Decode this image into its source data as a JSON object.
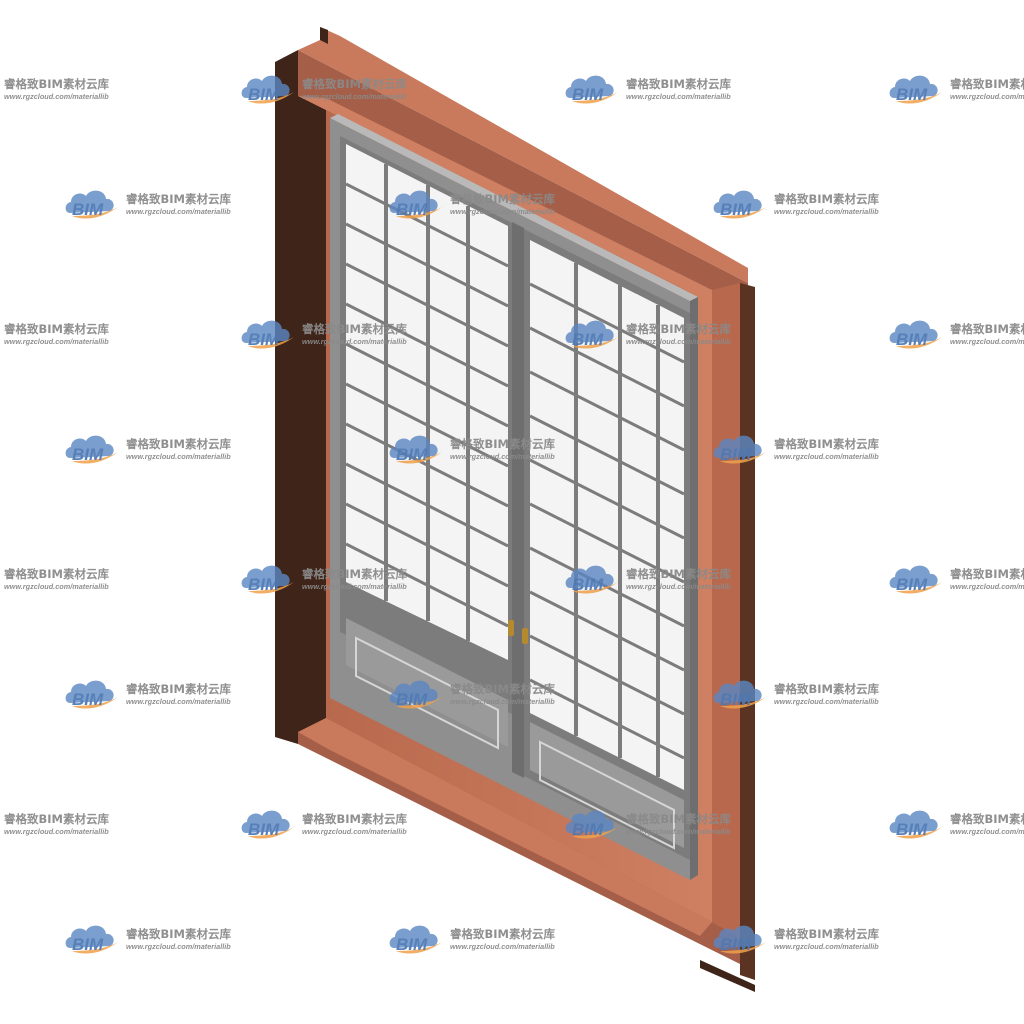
{
  "colors": {
    "background": "#ffffff",
    "frame_outer_dark": "#3e2419",
    "frame_face": "#a55f48",
    "frame_reveal": "#c97a5c",
    "frame_edge_light": "#d38a6a",
    "sash_gray": "#8f8f8f",
    "sash_gray_dark": "#6e6e6e",
    "sash_gray_light": "#b9b9b9",
    "glass_bg": "#f4f4f4",
    "muntin": "#7c7c7c",
    "handle_gold": "#b58a2e",
    "watermark_cloud": "#5b86c2",
    "watermark_swoosh": "#f0a14a",
    "watermark_text": "#8a8a8a"
  },
  "window": {
    "type": "double sliding window with grilles",
    "left_sash": {
      "grid_columns": 4,
      "grid_rows": 11,
      "bottom_panels": 1
    },
    "right_sash": {
      "grid_columns": 4,
      "grid_rows": 11,
      "bottom_panels": 1
    },
    "icons": [
      "window-frame-icon",
      "sliding-sash-icon",
      "handle-icon"
    ]
  },
  "watermark": {
    "logo_text": "BIM",
    "name": "睿格致BIM素材云库",
    "url": "www.rgzcloud.com/materiallib"
  }
}
